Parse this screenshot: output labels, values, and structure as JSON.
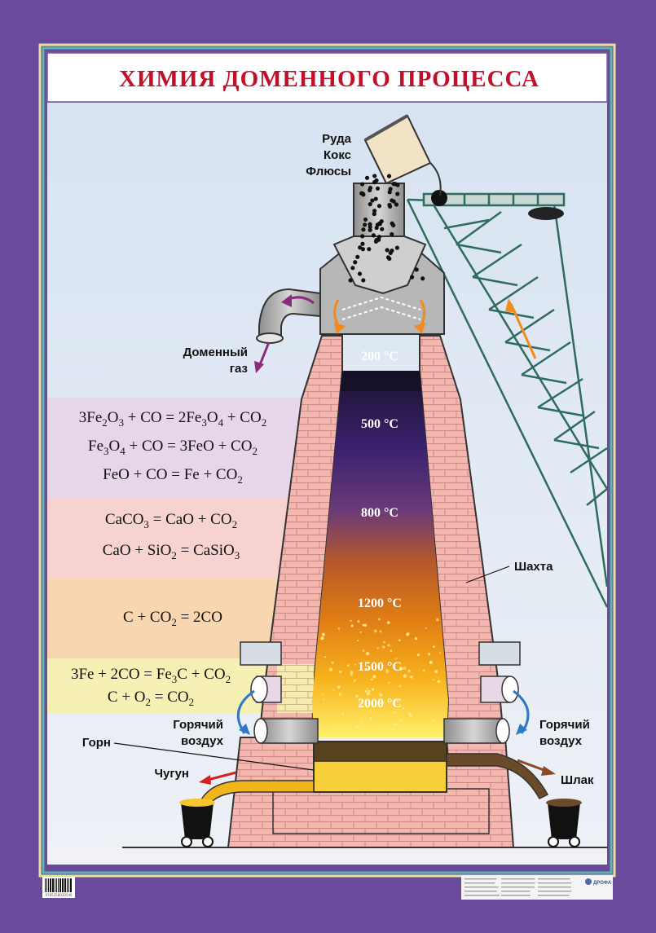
{
  "title": "ХИМИЯ ДОМЕННОГО ПРОЦЕССА",
  "charge_labels": [
    "Руда",
    "Кокс",
    "Флюсы"
  ],
  "gas_label": [
    "Доменный",
    "газ"
  ],
  "shaft_label": "Шахта",
  "hot_air_left": [
    "Горячий",
    "воздух"
  ],
  "hot_air_right": [
    "Горячий",
    "воздух"
  ],
  "hearth_label": "Горн",
  "pig_iron_label": "Чугун",
  "slag_label": "Шлак",
  "temperatures": [
    "200 °C",
    "500 °C",
    "800 °C",
    "1200 °C",
    "1500 °C",
    "2000 °C"
  ],
  "reactions": {
    "zone1": [
      [
        [
          "3Fe",
          "n"
        ],
        [
          "2",
          "s"
        ],
        [
          "O",
          "n"
        ],
        [
          "3",
          "s"
        ],
        [
          " + CO = 2Fe",
          "n"
        ],
        [
          "3",
          "s"
        ],
        [
          "O",
          "n"
        ],
        [
          "4",
          "s"
        ],
        [
          " + CO",
          "n"
        ],
        [
          "2",
          "s"
        ]
      ],
      [
        [
          "Fe",
          "n"
        ],
        [
          "3",
          "s"
        ],
        [
          "O",
          "n"
        ],
        [
          "4",
          "s"
        ],
        [
          " + CO = 3FeO + CO",
          "n"
        ],
        [
          "2",
          "s"
        ]
      ],
      [
        [
          "FeO + CO = Fe + CO",
          "n"
        ],
        [
          "2",
          "s"
        ]
      ]
    ],
    "zone2": [
      [
        [
          "CaCO",
          "n"
        ],
        [
          "3",
          "s"
        ],
        [
          " = CaO + CO",
          "n"
        ],
        [
          "2",
          "s"
        ]
      ],
      [
        [
          "CaO + SiO",
          "n"
        ],
        [
          "2",
          "s"
        ],
        [
          " = CaSiO",
          "n"
        ],
        [
          "3",
          "s"
        ]
      ]
    ],
    "zone3": [
      [
        [
          "C + CO",
          "n"
        ],
        [
          "2",
          "s"
        ],
        [
          " = 2CO",
          "n"
        ]
      ]
    ],
    "zone4": [
      [
        [
          "3Fe + 2CO = Fe",
          "n"
        ],
        [
          "3",
          "s"
        ],
        [
          "C + CO",
          "n"
        ],
        [
          "2",
          "s"
        ]
      ],
      [
        [
          "C + O",
          "n"
        ],
        [
          "2",
          "s"
        ],
        [
          " = CO",
          "n"
        ],
        [
          "2",
          "s"
        ]
      ]
    ]
  },
  "publisher": "ДРОФА",
  "barcode_number": "9785358033546",
  "colors": {
    "background": "#6a4a9a",
    "title": "#c0102a",
    "sky": "#dfe8f3",
    "brick": "#f0b3ad",
    "zone1": "#e7d6ea",
    "zone2": "#f6d3d0",
    "zone3": "#f8d6b0",
    "zone4": "#f7f0b5"
  }
}
